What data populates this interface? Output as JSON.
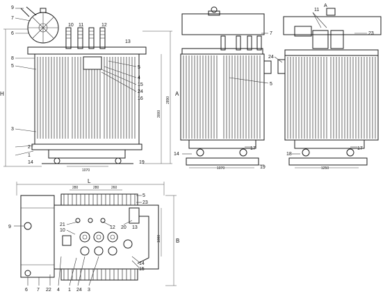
{
  "front_view": {
    "dimension_label": "H",
    "callouts": [
      "9",
      "7",
      "6",
      "8",
      "5",
      "3",
      "2",
      "1",
      "14",
      "10",
      "11",
      "12",
      "13",
      "4",
      "24",
      "15",
      "16",
      "19",
      "5"
    ],
    "dim_width": "1070",
    "dim_height_a": "3000",
    "dim_height_b": "2890"
  },
  "side_view": {
    "callouts": [
      "7",
      "5",
      "14",
      "17",
      "19"
    ],
    "dim_width": "1070",
    "dim_tag": "A"
  },
  "rear_view": {
    "callouts": [
      "11",
      "23",
      "24",
      "A",
      "18",
      "17"
    ],
    "dim_width": "1250"
  },
  "top_view": {
    "dimension_label_length": "L",
    "dimension_label_width": "B",
    "callouts": [
      "5",
      "23",
      "9",
      "21",
      "10",
      "12",
      "20",
      "13",
      "14",
      "15",
      "6",
      "7",
      "22",
      "4",
      "1",
      "24",
      "3"
    ],
    "dim_top_a": "280",
    "dim_top_b": "280",
    "dim_top_c": "260",
    "dim_right": "1000"
  }
}
